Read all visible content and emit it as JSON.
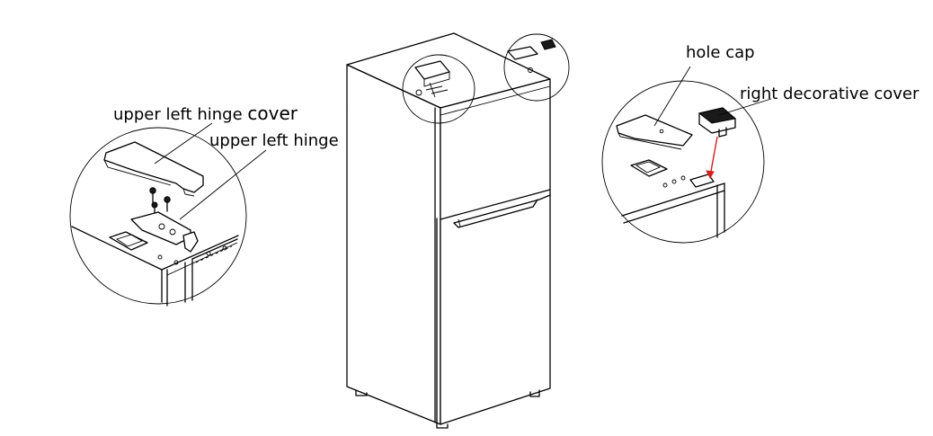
{
  "labels": {
    "upper_left_hinge_cover_a": "upper left hinge ",
    "upper_left_hinge_cover_b": "cover",
    "upper_left_hinge": "upper left hinge",
    "hole_cap": "hole cap",
    "right_decorative_cover": "right decorative cover"
  },
  "colors": {
    "line": "#000000",
    "arrow": "#d02020",
    "background": "#ffffff"
  }
}
